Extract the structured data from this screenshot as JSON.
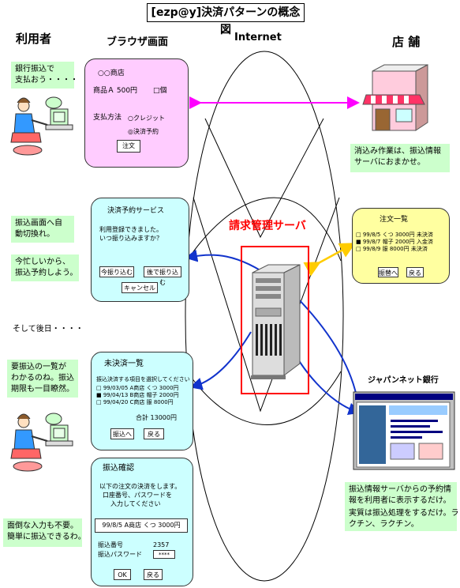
{
  "title": "[ezp@y]決済パターンの概念図",
  "headers": {
    "user": "利用者",
    "browser": "ブラウザ画面",
    "internet": "Internet",
    "shop": "店 舗"
  },
  "user_notes": {
    "note1": [
      "銀行振込で",
      "支払おう・・・・"
    ],
    "note2": [
      "振込画面へ自",
      "動切換れ。"
    ],
    "note3": [
      "今忙しいから、",
      "振込予約しよう。"
    ],
    "later": "そして後日・・・・",
    "note4": [
      "要振込の一覧が",
      "わかるのね。振込",
      "期限も一目瞭然。"
    ],
    "note5": [
      "面倒な入力も不要。",
      "簡単に振込できるわ。"
    ]
  },
  "order_screen": {
    "shop": "○○商店",
    "item": "商品Ａ 500円",
    "qty": "□個",
    "pay_label": "支払方法",
    "credit": "○クレジット",
    "reserve": "◎決済予約",
    "order_btn": "注文"
  },
  "reserve_screen": {
    "title": "決済予約サービス",
    "line1": "利用登録できました。",
    "line2": "いつ振り込みますか？",
    "btn_now": "今振り込む",
    "btn_later": "後で振り込む",
    "btn_cancel": "キャンセル"
  },
  "unpaid_screen": {
    "title": "未決済一覧",
    "instruction": "振込決済する項目を選択してください",
    "rows": [
      "□ 99/03/05 A商店 くつ 3000円",
      "■ 99/04/13 B商店 帽子 2000円",
      "□ 99/04/20 C商店 服 8000円"
    ],
    "total": "合計 13000円",
    "btn_pay": "振込へ",
    "btn_back": "戻る"
  },
  "confirm_screen": {
    "title": "振込確認",
    "line1": "以下の注文の決済をします。",
    "line2": "口座番号、パスワードを",
    "line3": "入力してください",
    "order": "99/8/5 A商店 くつ 3000円",
    "acct_label": "振込番号",
    "acct_value": "2357",
    "pw_label": "振込パスワード",
    "pw_value": "****",
    "btn_ok": "OK",
    "btn_back": "戻る"
  },
  "server_label": "請求管理サーバ",
  "shop_note": [
    "消込み作業は、振込情報",
    "サーバにおまかせ。"
  ],
  "order_list": {
    "title": "注文一覧",
    "rows": [
      "□ 99/8/5 くつ  3000円 未決済",
      "■ 99/8/7 帽子  2000円 入金済",
      "□ 99/8/9 服   8000円 未決済"
    ],
    "btn_pay": "振替へ",
    "btn_back": "戻る"
  },
  "bank_label": "ジャパンネット銀行",
  "bank_note": [
    "振込情報サーバからの予約情",
    "報を利用者に表示するだけ。",
    "実質は振込処理をするだけ。ラ",
    "クチン、ラクチン。"
  ],
  "colors": {
    "pink_arrow": "#ff00ff",
    "blue_arrow": "#0000cc",
    "orange_arrow": "#ffcc00",
    "server_box": "#ff0000",
    "note_bg": "#ccffcc"
  }
}
